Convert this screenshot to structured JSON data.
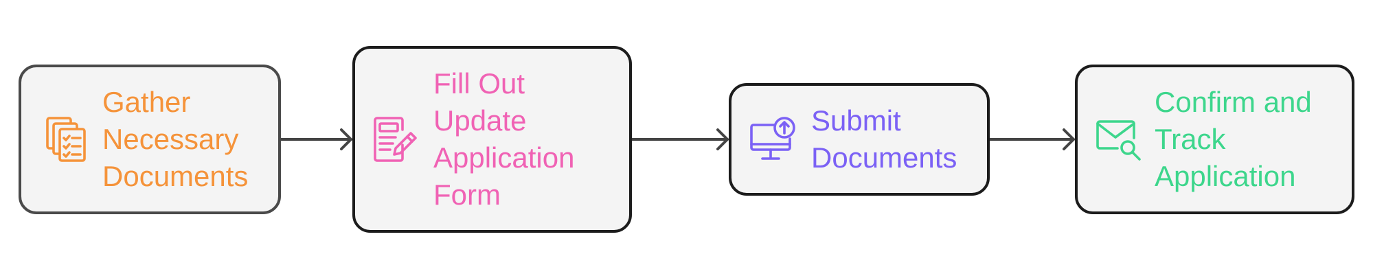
{
  "colors": {
    "step1": "#f5933a",
    "step2": "#f062b4",
    "step3": "#7b61f5",
    "step4": "#3dd68c",
    "arrow": "#444444"
  },
  "steps": [
    {
      "lines": [
        "Gather",
        "Necessary",
        "Documents"
      ],
      "icon": "documents-checklist-icon"
    },
    {
      "lines": [
        "Fill Out",
        "Update",
        "Application",
        "Form"
      ],
      "icon": "form-edit-icon"
    },
    {
      "lines": [
        "Submit",
        "Documents"
      ],
      "icon": "monitor-upload-icon"
    },
    {
      "lines": [
        "Confirm and",
        "Track",
        "Application"
      ],
      "icon": "mail-search-icon"
    }
  ]
}
